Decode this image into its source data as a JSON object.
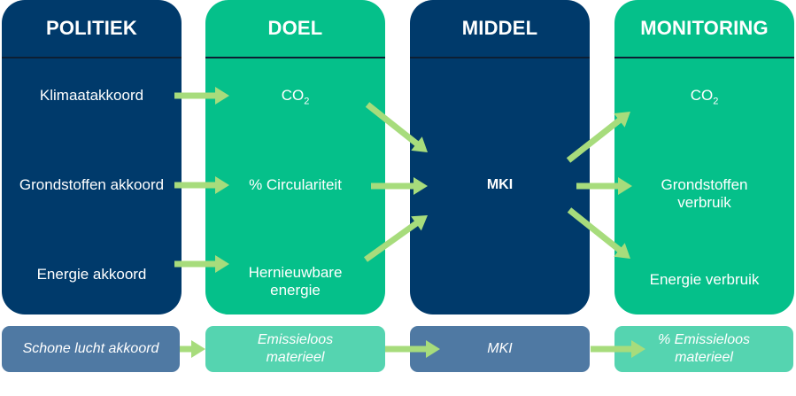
{
  "columns": [
    {
      "header": "POLITIEK",
      "items": [
        "Klimaatakkoord",
        "Grondstoffen akkoord",
        "Energie akkoord"
      ]
    },
    {
      "header": "DOEL",
      "items": [
        "CO",
        "% Circulariteit",
        "Hernieuwbare energie"
      ],
      "co2_sub": "2"
    },
    {
      "header": "MIDDEL",
      "items": [
        "MKI"
      ]
    },
    {
      "header": "MONITORING",
      "items": [
        "CO",
        "Grondstoffen verbruik",
        "Energie verbruik"
      ],
      "co2_sub": "2"
    }
  ],
  "bottom_row": [
    "Schone lucht akkoord",
    "Emissieloos materieel",
    "MKI",
    "% Emissieloos materieel"
  ],
  "colors": {
    "navy": "#003a6b",
    "green": "#05c08a",
    "pill_navy": "#4f79a3",
    "pill_green": "#55d4b0",
    "arrow": "#a7dc7c"
  }
}
